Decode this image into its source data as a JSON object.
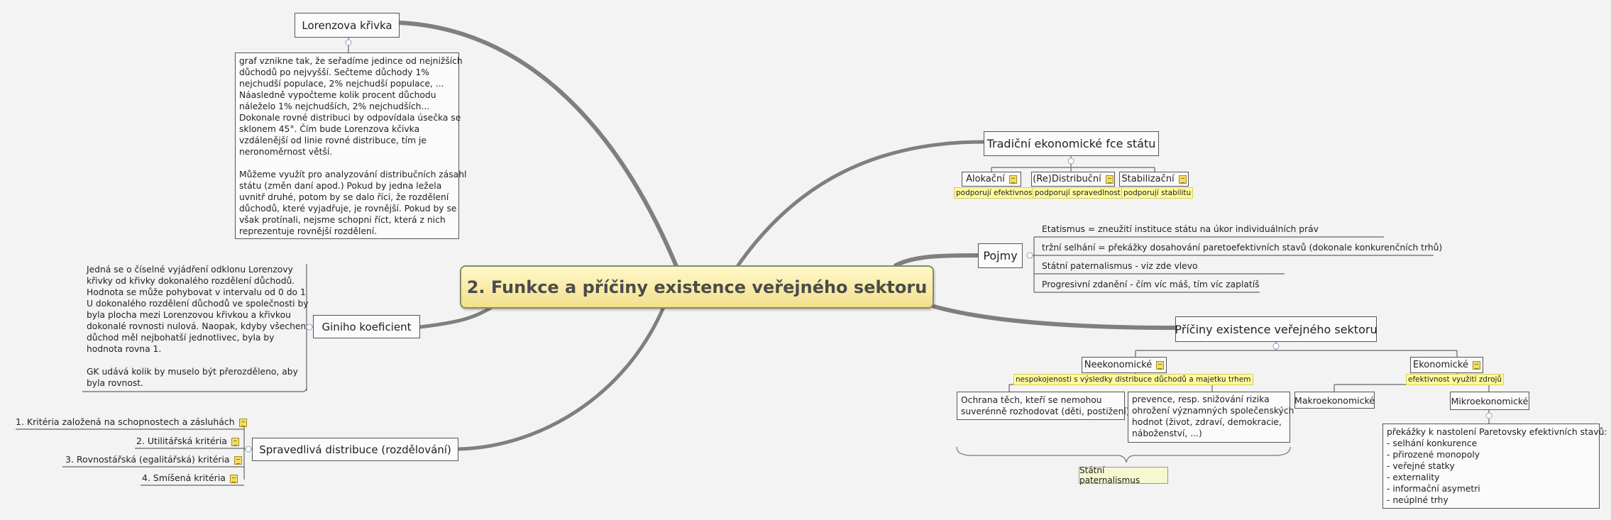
{
  "central": "2. Funkce a příčiny existence veřejného sektoru",
  "lorenz": {
    "title": "Lorenzova křivka",
    "note": "graf vznikne tak, že seřadíme jedince od nejnižších\ndůchodů po nejvyšší. Sečteme důchody 1%\nnejchudší populace, 2% nejchudší populace, ...\nNáasledně vypočteme kolik procent důchodu\nnáleželo 1% nejchudších, 2% nejchudších...\nDokonale rovné distribuci by odpovídala úsečka se\nsklonem 45°. Čím bude Lorenzova kčivka\nvzdálenější od linie rovné distribuce, tím je\nneronoměrnost větší.\n\nMůžeme využít pro analyzování distribučních zásahl\nstátu (změn daní apod.) Pokud by jedna ležela\nuvnitř druhé, potom by se dalo říci, že rozdělení\ndůchodů, které vyjadřuje, je rovnější. Pokud by se\nvšak protínali, nejsme schopni říct, která z nich\nreprezentuje rovnější rozdělení."
  },
  "gini": {
    "title": "Giniho koeficient",
    "note": "Jedná se o číselné vyjádření odklonu Lorenzovy\nkřivky od křivky dokonalého rozdělení důchodů.\nHodnota se může pohybovat v intervalu od 0 do 1\nU dokonalého rozdělení důchodů ve společnosti by\nbyla plocha mezi Lorenzovou křivkou a křivkou\ndokonalé rovnosti nulová. Naopak, kdyby všechen\ndůchod měl nejbohatší jednotlivec, byla by\nhodnota rovna 1.\n\nGK udává kolik by muselo být přerozděleno, aby\nbyla rovnost."
  },
  "distribution": {
    "title": "Spravedlivá distribuce (rozdělování)",
    "items": [
      "1. Kritéria založená na schopnostech a zásluhách",
      "2. Utilitářská kritéria",
      "3. Rovnostářská (egalitářská) kritéria",
      "4. Smíšená kritéria"
    ]
  },
  "traditional": {
    "title": "Tradiční ekonomické fce státu",
    "items": [
      {
        "label": "Alokační",
        "tag": "podporují efektivnost"
      },
      {
        "label": "(Re)Distribuční",
        "tag": "podporují spravedlnost"
      },
      {
        "label": "Stabilizační",
        "tag": "podporují stabilitu"
      }
    ]
  },
  "concepts": {
    "title": "Pojmy",
    "items": [
      "Etatismus = zneužití instituce státu na úkor individuálních práv",
      "tržní selhání = překážky dosahování paretoefektivních stavů (dokonale konkurenčních trhů)",
      "Státní paternalismus - viz zde vlevo",
      "Progresivní zdanění - čím víc máš, tím víc zaplatíš"
    ]
  },
  "causes": {
    "title": "Příčiny existence veřejného sektoru",
    "noneconomic": {
      "label": "Neekonomické",
      "tag": "nespokojenosti s výsledky distribuce důchodů a majetku trhem",
      "children": [
        "Ochrana těch, kteří se nemohou\nsuverénně rozhodovat (děti, postižení)",
        "prevence, resp. snižování rizika\nohrožení významných společenských\nhodnot (život, zdraví, demokracie,\nnáboženství, ...)"
      ],
      "brace": "Státní paternalismus"
    },
    "economic": {
      "label": "Ekonomické",
      "tag": "efektivnost využití zdrojů",
      "macro": "Makroekonomické",
      "micro": "Mikroekonomické",
      "micro_note": "překážky k nastolení Paretovsky efektivních stavů:\n- selhání konkurence\n- přirozené monopoly\n- veřejné statky\n- externality\n- informační asymetri\n- neúplné trhy"
    }
  },
  "colors": {
    "branch": "#7f7f7f",
    "central_fill": "#f7eca8",
    "tag_fill": "#fffb9e"
  }
}
